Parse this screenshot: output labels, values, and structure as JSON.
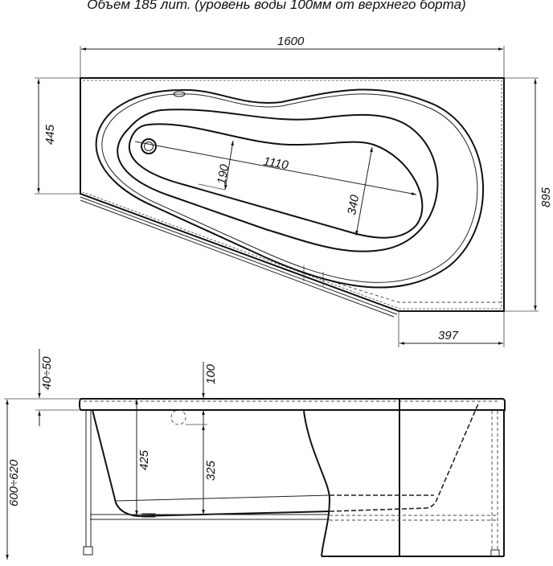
{
  "title": "Объем 185 лит. (уровень воды 100мм от верхнего борта)",
  "plan_view": {
    "dimensions": {
      "overall_length": "1600",
      "overall_width": "895",
      "left_side_depth": "445",
      "corner_cut": "397",
      "inner_length": "1110",
      "inner_width_narrow": "190",
      "inner_width_wide": "340"
    }
  },
  "side_view": {
    "dimensions": {
      "total_height": "600÷620",
      "rim_offset": "40÷50",
      "bath_depth": "425",
      "water_level": "100",
      "overflow_height": "325"
    }
  }
}
